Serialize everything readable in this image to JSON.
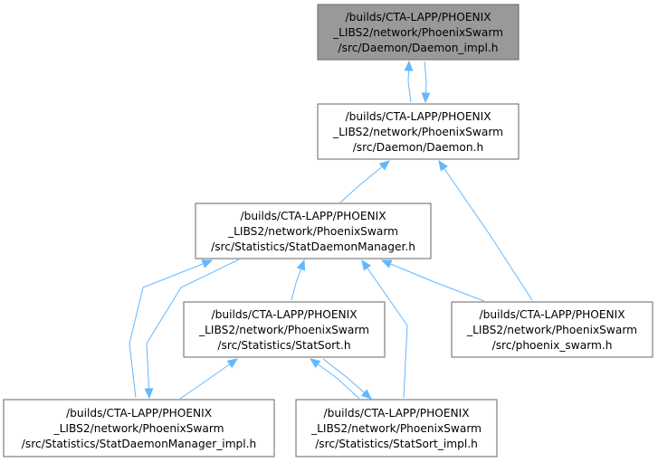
{
  "graph": {
    "nodes": [
      {
        "id": "daemon_impl",
        "current": true,
        "lines": [
          "/builds/CTA-LAPP/PHOENIX",
          "_LIBS2/network/PhoenixSwarm",
          "/src/Daemon/Daemon_impl.h"
        ]
      },
      {
        "id": "daemon",
        "current": false,
        "lines": [
          "/builds/CTA-LAPP/PHOENIX",
          "_LIBS2/network/PhoenixSwarm",
          "/src/Daemon/Daemon.h"
        ]
      },
      {
        "id": "stat_daemon_manager",
        "current": false,
        "lines": [
          "/builds/CTA-LAPP/PHOENIX",
          "_LIBS2/network/PhoenixSwarm",
          "/src/Statistics/StatDaemonManager.h"
        ]
      },
      {
        "id": "stat_sort",
        "current": false,
        "lines": [
          "/builds/CTA-LAPP/PHOENIX",
          "_LIBS2/network/PhoenixSwarm",
          "/src/Statistics/StatSort.h"
        ]
      },
      {
        "id": "phoenix_swarm",
        "current": false,
        "lines": [
          "/builds/CTA-LAPP/PHOENIX",
          "_LIBS2/network/PhoenixSwarm",
          "/src/phoenix_swarm.h"
        ]
      },
      {
        "id": "stat_daemon_manager_impl",
        "current": false,
        "lines": [
          "/builds/CTA-LAPP/PHOENIX",
          "_LIBS2/network/PhoenixSwarm",
          "/src/Statistics/StatDaemonManager_impl.h"
        ]
      },
      {
        "id": "stat_sort_impl",
        "current": false,
        "lines": [
          "/builds/CTA-LAPP/PHOENIX",
          "_LIBS2/network/PhoenixSwarm",
          "/src/Statistics/StatSort_impl.h"
        ]
      }
    ],
    "edges": [
      {
        "from": "daemon",
        "to": "daemon_impl"
      },
      {
        "from": "daemon_impl",
        "to": "daemon"
      },
      {
        "from": "stat_daemon_manager",
        "to": "daemon"
      },
      {
        "from": "phoenix_swarm",
        "to": "daemon"
      },
      {
        "from": "stat_sort",
        "to": "stat_daemon_manager"
      },
      {
        "from": "stat_daemon_manager_impl",
        "to": "stat_daemon_manager"
      },
      {
        "from": "stat_daemon_manager",
        "to": "stat_daemon_manager_impl"
      },
      {
        "from": "stat_sort_impl",
        "to": "stat_daemon_manager"
      },
      {
        "from": "phoenix_swarm",
        "to": "stat_daemon_manager"
      },
      {
        "from": "stat_daemon_manager_impl",
        "to": "stat_sort"
      },
      {
        "from": "stat_sort_impl",
        "to": "stat_sort"
      },
      {
        "from": "stat_sort",
        "to": "stat_sort_impl"
      }
    ]
  },
  "colors": {
    "edge": "#63b8ff",
    "node_border": "#666666",
    "node_fill": "#ffffff",
    "current_node_fill": "#999999"
  }
}
